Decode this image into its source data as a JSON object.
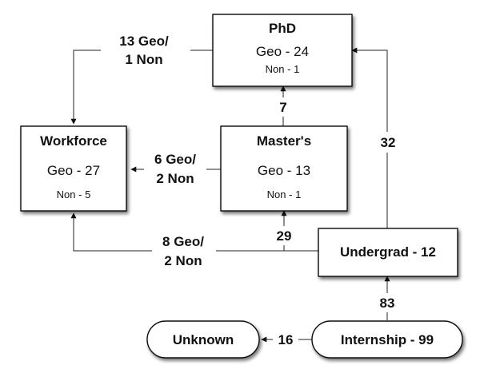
{
  "nodes": {
    "phd": {
      "title": "PhD",
      "geo": "Geo - 24",
      "non": "Non - 1"
    },
    "masters": {
      "title": "Master's",
      "geo": "Geo - 13",
      "non": "Non - 1"
    },
    "workforce": {
      "title": "Workforce",
      "geo": "Geo - 27",
      "non": "Non - 5"
    },
    "undergrad": {
      "title": "Undergrad - 12"
    },
    "internship": {
      "title": "Internship - 99"
    },
    "unknown": {
      "title": "Unknown"
    }
  },
  "edges": {
    "phd_to_workforce": {
      "line1": "13 Geo/",
      "line2": "1 Non"
    },
    "masters_to_phd": {
      "label": "7"
    },
    "masters_to_workforce": {
      "line1": "6 Geo/",
      "line2": "2 Non"
    },
    "undergrad_to_phd": {
      "label": "32"
    },
    "undergrad_to_masters": {
      "label": "29"
    },
    "undergrad_to_workforce": {
      "line1": "8 Geo/",
      "line2": "2 Non"
    },
    "internship_to_undergrad": {
      "label": "83"
    },
    "internship_to_unknown": {
      "label": "16"
    }
  }
}
